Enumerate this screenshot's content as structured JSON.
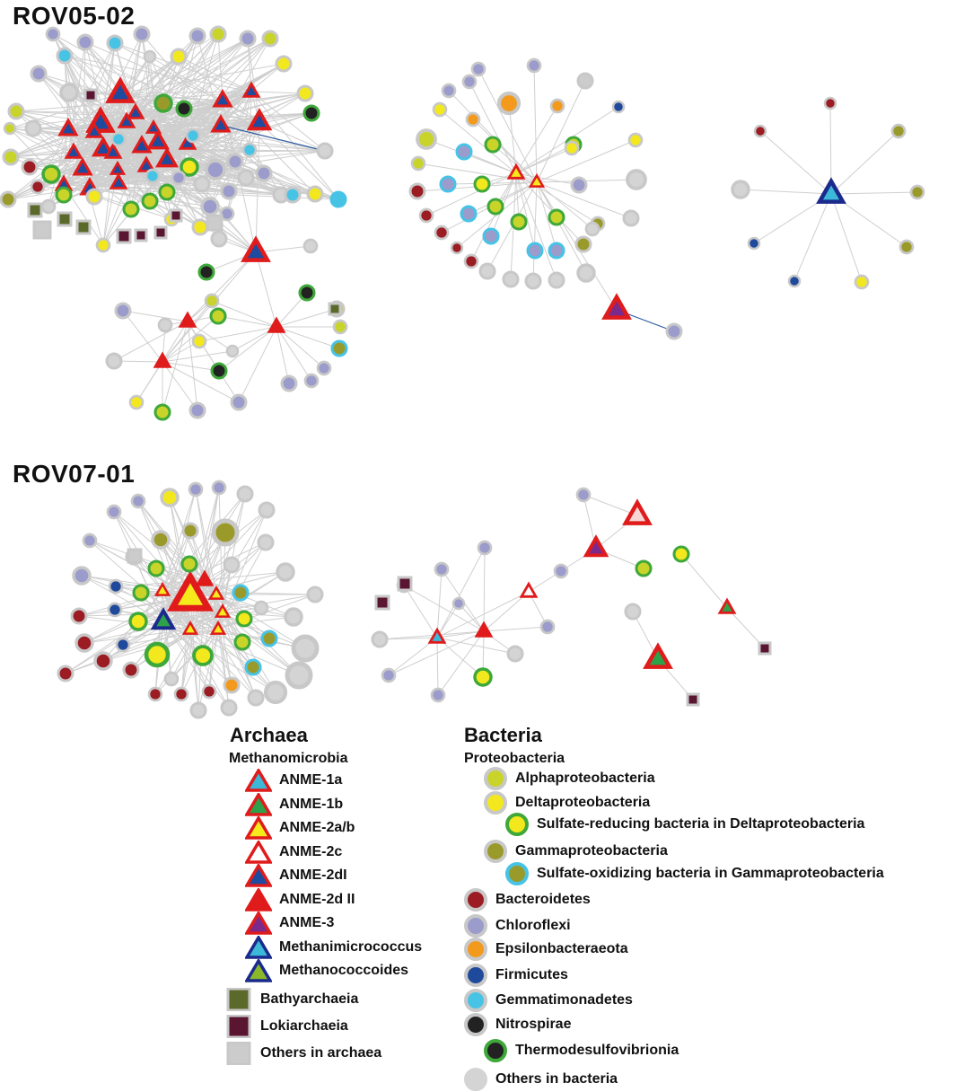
{
  "panels": {
    "top_label": "ROV05-02",
    "bottom_label": "ROV07-01"
  },
  "colors": {
    "alpha": "#c8d42a",
    "delta": "#f2e81d",
    "gamma": "#9a9a2a",
    "bacteroidetes": "#9b1c22",
    "chloroflexi": "#9b9ccc",
    "epsilon": "#f39a1d",
    "firmicutes": "#1f4a9c",
    "gemmatimonadetes": "#47c3e6",
    "nitrospirae": "#222222",
    "others_bacteria": "#d4d4d4",
    "anme_border": "#e01b1b",
    "methanimicrococcus_border": "#1b2a8c",
    "anme1a_fill": "#3cb8d8",
    "anme1b_fill": "#2da24a",
    "anme2ab_fill": "#f5ea1a",
    "anme2c_fill": "#ffffff",
    "anme2dI_fill": "#1c4ba0",
    "anme2dII_fill": "#e01b1b",
    "anme3_fill": "#7b2a8c",
    "bathy": "#5b6a2a",
    "loki": "#5a1530",
    "others_archaea": "#cccccc",
    "srb_ring": "#3fa83a",
    "sob_ring": "#47c3e6",
    "thermo_ring": "#3fa83a",
    "node_ring": "#c8c8c8",
    "edge": "#cfcfcf",
    "edge_neg": "#2c5aa0"
  },
  "legend": {
    "archaea": {
      "heading": "Archaea",
      "group": "Methanomicrobia",
      "items": [
        {
          "label": "ANME-1a",
          "shape": "tri",
          "fill": "#3cb8d8",
          "border": "#e01b1b"
        },
        {
          "label": "ANME-1b",
          "shape": "tri",
          "fill": "#2da24a",
          "border": "#e01b1b"
        },
        {
          "label": "ANME-2a/b",
          "shape": "tri",
          "fill": "#f5ea1a",
          "border": "#e01b1b"
        },
        {
          "label": "ANME-2c",
          "shape": "tri",
          "fill": "#ffffff",
          "border": "#e01b1b"
        },
        {
          "label": "ANME-2dI",
          "shape": "tri",
          "fill": "#1c4ba0",
          "border": "#e01b1b"
        },
        {
          "label": "ANME-2d II",
          "shape": "tri",
          "fill": "#e01b1b",
          "border": "#e01b1b"
        },
        {
          "label": "ANME-3",
          "shape": "tri",
          "fill": "#7b2a8c",
          "border": "#e01b1b"
        },
        {
          "label": "Methanimicrococcus",
          "shape": "tri",
          "fill": "#3cb8d8",
          "border": "#1b2a8c"
        },
        {
          "label": "Methanococcoides",
          "shape": "tri",
          "fill": "#8ab82a",
          "border": "#1b2a8c"
        }
      ],
      "others": [
        {
          "label": "Bathyarchaeia",
          "shape": "sq",
          "fill": "#5b6a2a"
        },
        {
          "label": "Lokiarchaeia",
          "shape": "sq",
          "fill": "#5a1530"
        },
        {
          "label": "Others in archaea",
          "shape": "sq",
          "fill": "#cccccc"
        }
      ]
    },
    "bacteria": {
      "heading": "Bacteria",
      "group": "Proteobacteria",
      "items": [
        {
          "label": "Alphaproteobacteria",
          "fill": "#c8d42a",
          "ring": "#c8c8c8",
          "indent": 1
        },
        {
          "label": "Deltaproteobacteria",
          "fill": "#f2e81d",
          "ring": "#c8c8c8",
          "indent": 1
        },
        {
          "label": "Sulfate-reducing bacteria in Deltaproteobacteria",
          "fill": "#f2e81d",
          "ring": "#3fa83a",
          "indent": 2
        },
        {
          "label": "Gammaproteobacteria",
          "fill": "#9a9a2a",
          "ring": "#c8c8c8",
          "indent": 1
        },
        {
          "label": "Sulfate-oxidizing bacteria in Gammaproteobacteria",
          "fill": "#9a9a2a",
          "ring": "#47c3e6",
          "indent": 2
        },
        {
          "label": "Bacteroidetes",
          "fill": "#9b1c22",
          "ring": "#c8c8c8",
          "indent": 0
        },
        {
          "label": "Chloroflexi",
          "fill": "#9b9ccc",
          "ring": "#c8c8c8",
          "indent": 0
        },
        {
          "label": "Epsilonbacteraeota",
          "fill": "#f39a1d",
          "ring": "#c8c8c8",
          "indent": 0
        },
        {
          "label": "Firmicutes",
          "fill": "#1f4a9c",
          "ring": "#c8c8c8",
          "indent": 0
        },
        {
          "label": "Gemmatimonadetes",
          "fill": "#47c3e6",
          "ring": "#c8c8c8",
          "indent": 0
        },
        {
          "label": "Nitrospirae",
          "fill": "#222222",
          "ring": "#c8c8c8",
          "indent": 0
        },
        {
          "label": "Thermodesulfovibrionia",
          "fill": "#222222",
          "ring": "#3fa83a",
          "indent": 1
        },
        {
          "label": "Others in bacteria",
          "fill": "#d4d4d4",
          "ring": "#d4d4d4",
          "indent": 0
        }
      ]
    }
  }
}
